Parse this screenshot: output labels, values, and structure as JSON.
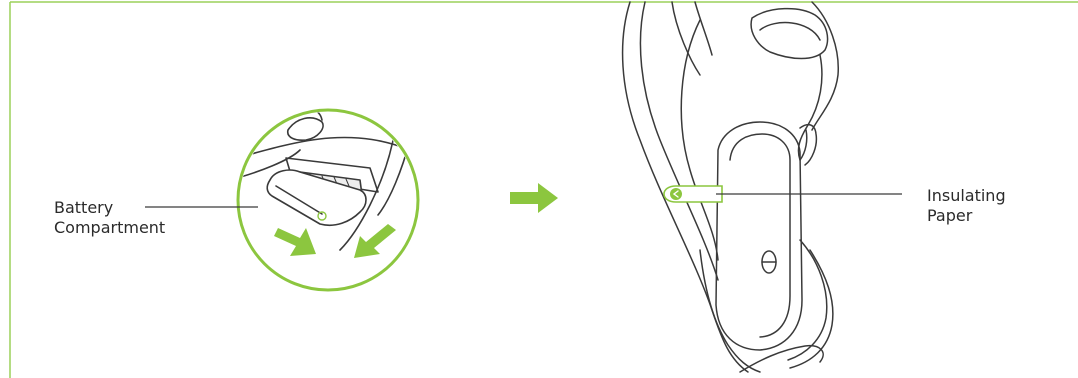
{
  "labels": {
    "battery_line1": "Battery",
    "battery_line2": "Compartment",
    "insulating_line1": "Insulating",
    "insulating_line2": "Paper"
  },
  "colors": {
    "accent": "#8cc63f",
    "frame": "#9bd15a",
    "line_art": "#3a3a3a",
    "text": "#2b2b2b"
  },
  "icons": {
    "arrow": "right-arrow-icon",
    "tab": "arrow-left-circle-icon"
  }
}
